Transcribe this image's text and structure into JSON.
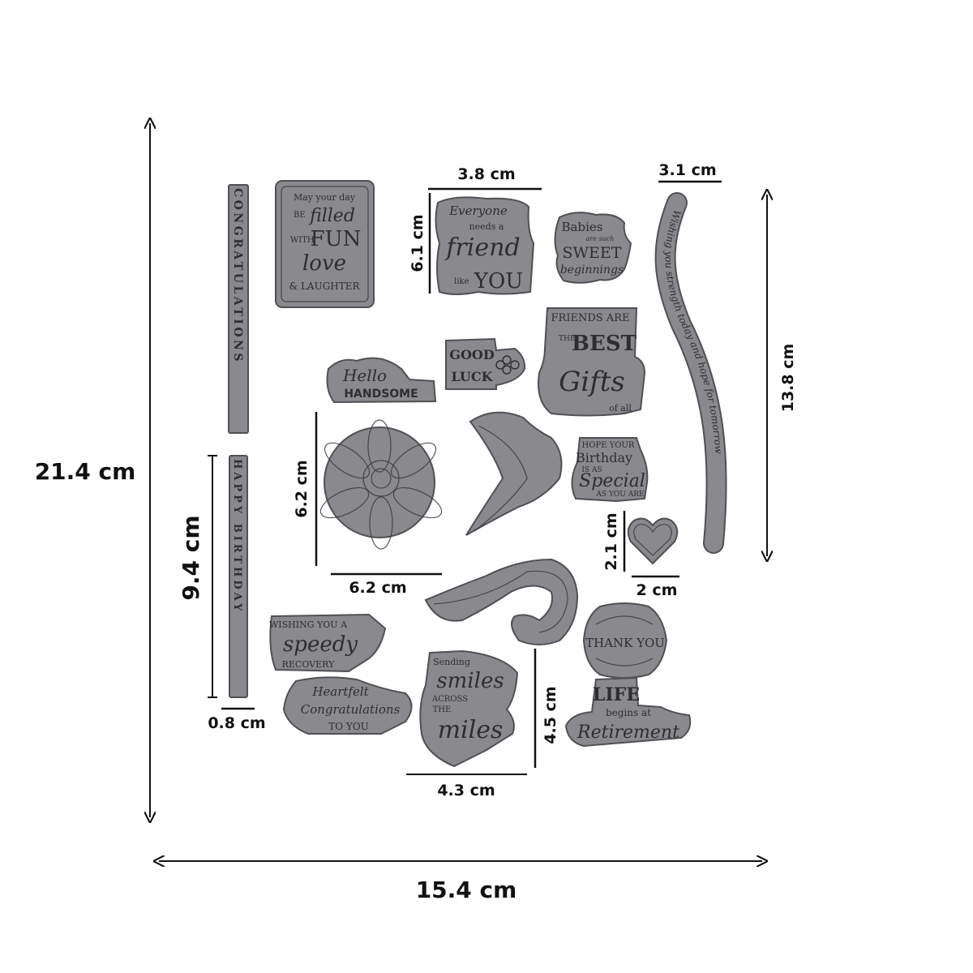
{
  "figure": {
    "title": "Clear stamp set dimension diagram",
    "background": "#ffffff",
    "stamp_color": "#8a8a8e",
    "line_color": "#111111"
  },
  "overall": {
    "height_label": "21.4 cm",
    "width_label": "15.4 cm"
  },
  "dimensions": {
    "happy_birthday_height": "9.4 cm",
    "happy_birthday_width": "0.8 cm",
    "friend_width": "3.8 cm",
    "friend_height": "6.1 cm",
    "strip_width": "3.1 cm",
    "strip_height": "13.8 cm",
    "flower_height": "6.2 cm",
    "flower_width": "6.2 cm",
    "heart_height": "2.1 cm",
    "heart_width": "2 cm",
    "smiles_height": "4.5 cm",
    "smiles_width": "4.3 cm"
  },
  "stamps": {
    "congratulations": {
      "text": "CONGRATULATIONS"
    },
    "may_your_day": {
      "line1": "May your day",
      "line2": "BE",
      "line3": "filled",
      "line4": "WITH",
      "line5": "FUN",
      "line6": "love",
      "line7": "& LAUGHTER"
    },
    "friend": {
      "line1": "Everyone",
      "line2": "needs a",
      "line3": "friend",
      "line4": "like",
      "line5": "YOU"
    },
    "babies": {
      "line1": "Babies",
      "line2": "are such",
      "line3": "SWEET",
      "line4": "beginnings"
    },
    "strip": {
      "text": "Wishing you strength today and hope for tomorrow"
    },
    "hello": {
      "line1": "Hello",
      "line2": "HANDSOME"
    },
    "good_luck": {
      "line1": "GOOD",
      "line2": "LUCK"
    },
    "best_gifts": {
      "line1": "FRIENDS ARE",
      "line2": "THE",
      "line3": "BEST",
      "line4": "Gifts",
      "line5": "of all"
    },
    "special": {
      "line1": "HOPE YOUR",
      "line2": "Birthday",
      "line3": "IS AS",
      "line4": "Special",
      "line5": "AS YOU ARE"
    },
    "happy_birthday": {
      "text": "HAPPY BIRTHDAY"
    },
    "speedy": {
      "line1": "WISHING YOU A",
      "line2": "speedy",
      "line3": "RECOVERY"
    },
    "heartfelt": {
      "line1": "Heartfelt",
      "line2": "Congratulations",
      "line3": "TO YOU"
    },
    "smiles": {
      "line1": "Sending",
      "line2": "smiles",
      "line3": "ACROSS",
      "line4": "THE",
      "line5": "miles"
    },
    "thank_you": {
      "text": "THANK YOU"
    },
    "retirement": {
      "line1": "LIFE",
      "line2": "begins at",
      "line3": "Retirement"
    }
  }
}
